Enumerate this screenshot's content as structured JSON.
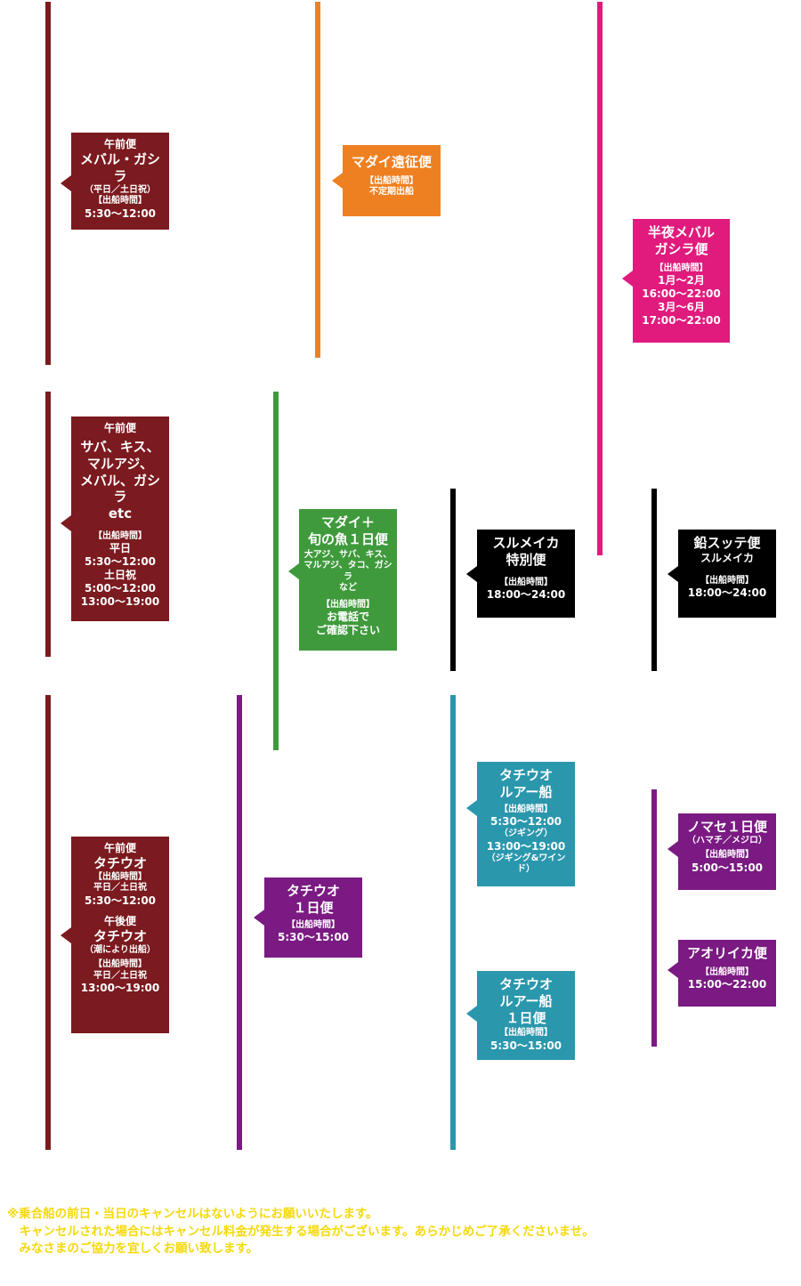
{
  "colors": {
    "maroon": "#7b1a1f",
    "orange": "#ef8021",
    "magenta": "#e01b7d",
    "green": "#3f9a3c",
    "black": "#000000",
    "purple": "#7a1a82",
    "teal": "#2a97ad",
    "note": "#f5d90c"
  },
  "boxes": {
    "mebaru_morning": {
      "lines": [
        "午前便",
        "メバル・ガシラ",
        "（平日／土日祝）",
        "【出船時間】",
        "5:30～12:00"
      ]
    },
    "madai_expedition": {
      "lines": [
        "マダイ遠征便",
        "【出船時間】",
        "不定期出船"
      ]
    },
    "midnight_mebaru": {
      "lines": [
        "半夜メバル",
        "ガシラ便",
        "【出船時間】",
        "1月～2月",
        "16:00～22:00",
        "3月～6月",
        "17:00～22:00"
      ]
    },
    "saba_morning": {
      "lines": [
        "午前便",
        "サバ、キス、",
        "マルアジ、",
        "メバル、ガシラ",
        "etc",
        "【出船時間】",
        "平日",
        "5:30～12:00",
        "土日祝",
        "5:00～12:00",
        "13:00～19:00"
      ]
    },
    "madai_day": {
      "lines": [
        "マダイ＋",
        "旬の魚１日便",
        "大アジ、サバ、キス、",
        "マルアジ、タコ、ガシラ",
        "など",
        "【出船時間】",
        "お電話で",
        "ご確認下さい"
      ]
    },
    "surumeika_special": {
      "lines": [
        "スルメイカ",
        "特別便",
        "【出船時間】",
        "18:00～24:00"
      ]
    },
    "namari_sutte": {
      "lines": [
        "鉛スッテ便",
        "スルメイカ",
        "【出船時間】",
        "18:00～24:00"
      ]
    },
    "tachiuo_morning_afternoon": {
      "lines": [
        "午前便",
        "タチウオ",
        "【出船時間】",
        "平日／土日祝",
        "5:30～12:00",
        "午後便",
        "タチウオ",
        "（潮により出船）",
        "【出船時間】",
        "平日／土日祝",
        "13:00～19:00"
      ]
    },
    "tachiuo_day": {
      "lines": [
        "タチウオ",
        "１日便",
        "【出船時間】",
        "5:30～15:00"
      ]
    },
    "tachiuo_lure": {
      "lines": [
        "タチウオ",
        "ルアー船",
        "【出船時間】",
        "5:30～12:00",
        "（ジギング）",
        "13:00～19:00",
        "（ジギング&ワインド）"
      ]
    },
    "tachiuo_lure_day": {
      "lines": [
        "タチウオ",
        "ルアー船",
        "１日便",
        "【出船時間】",
        "5:30～15:00"
      ]
    },
    "nomase_day": {
      "lines": [
        "ノマセ１日便",
        "（ハマチ／メジロ）",
        "【出船時間】",
        "5:00～15:00"
      ]
    },
    "aoriika": {
      "lines": [
        "アオリイカ便",
        "【出船時間】",
        "15:00～22:00"
      ]
    }
  },
  "notice": {
    "lines": [
      "※乗合船の前日・当日のキャンセルはないようにお願いいたします。",
      "　キャンセルされた場合にはキャンセル料金が発生する場合がございます。あらかじめご了承くださいませ。",
      "　みなさまのご協力を宜しくお願い致します。"
    ]
  }
}
